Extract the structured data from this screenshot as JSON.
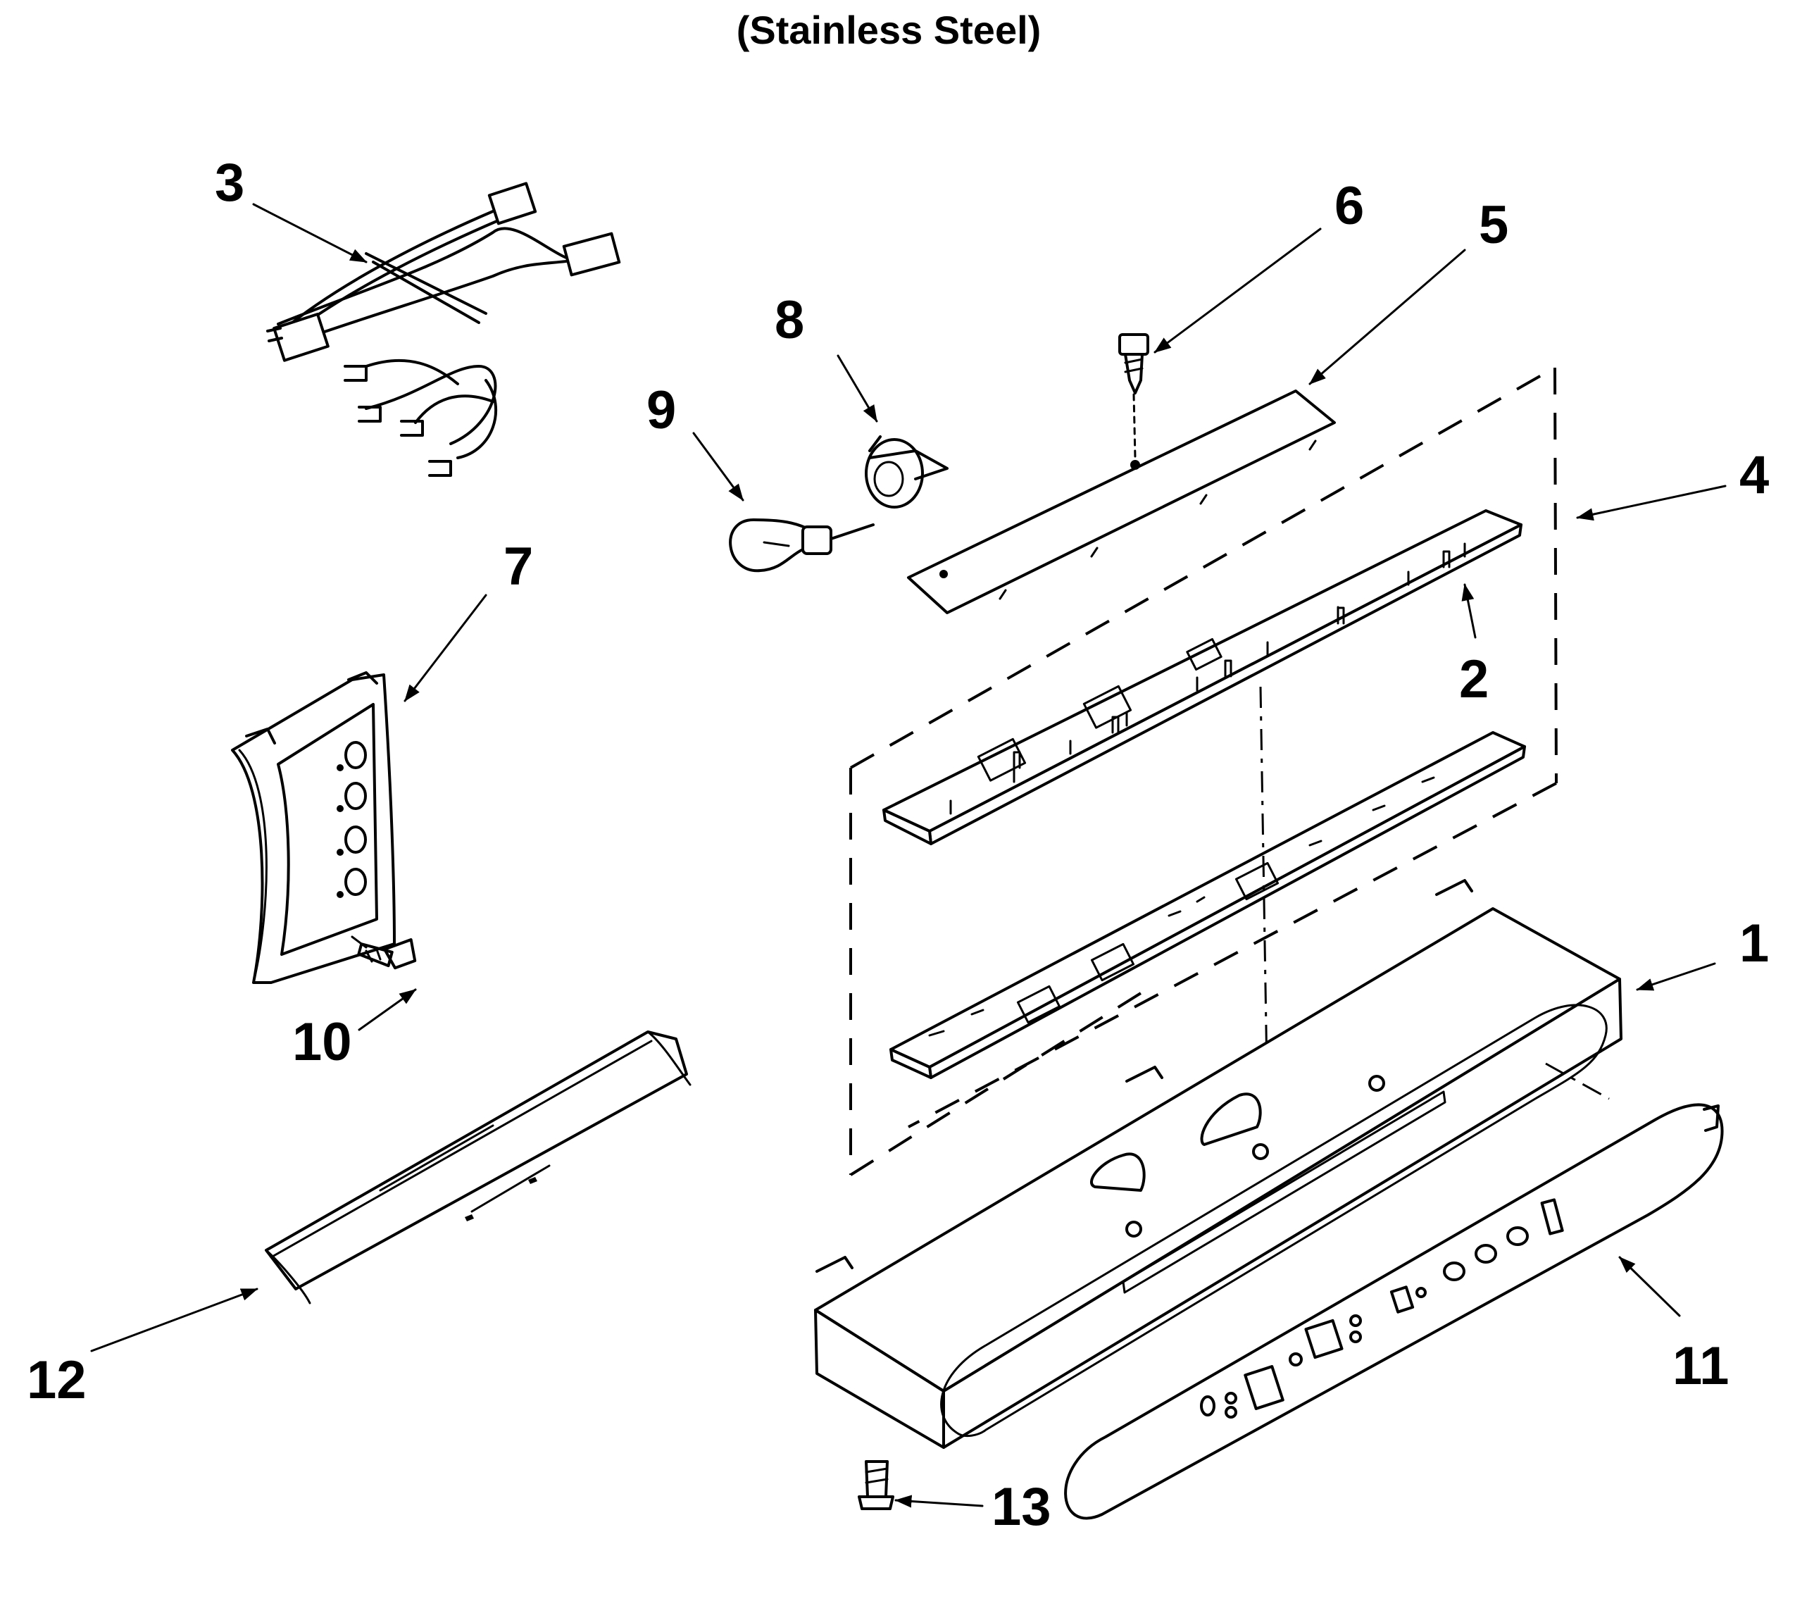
{
  "title": "(Stainless Steel)",
  "callouts": {
    "c1": "1",
    "c2": "2",
    "c3": "3",
    "c4": "4",
    "c5": "5",
    "c6": "6",
    "c7": "7",
    "c8": "8",
    "c9": "9",
    "c10": "10",
    "c11": "11",
    "c12": "12",
    "c13": "13"
  }
}
